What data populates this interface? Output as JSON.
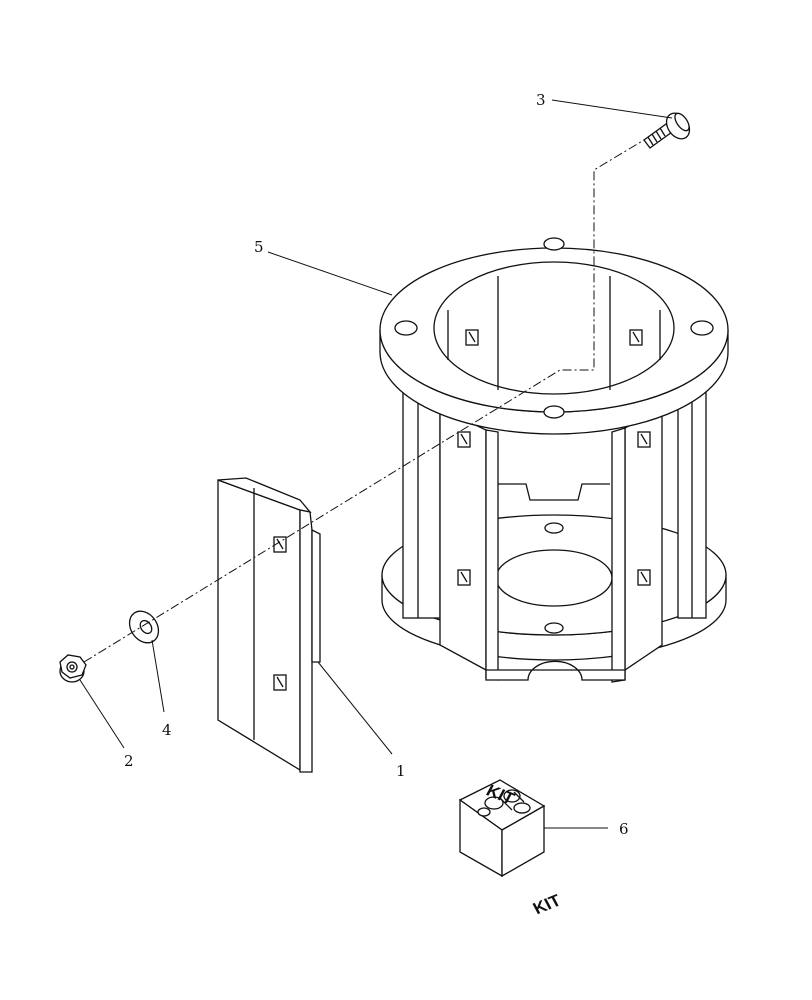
{
  "callouts": {
    "part_1": "1",
    "part_2": "2",
    "part_3": "3",
    "part_4": "4",
    "part_5": "5",
    "part_6": "6"
  },
  "kit_box": {
    "left_face_label": "KIT",
    "right_face_label": "KIT"
  }
}
